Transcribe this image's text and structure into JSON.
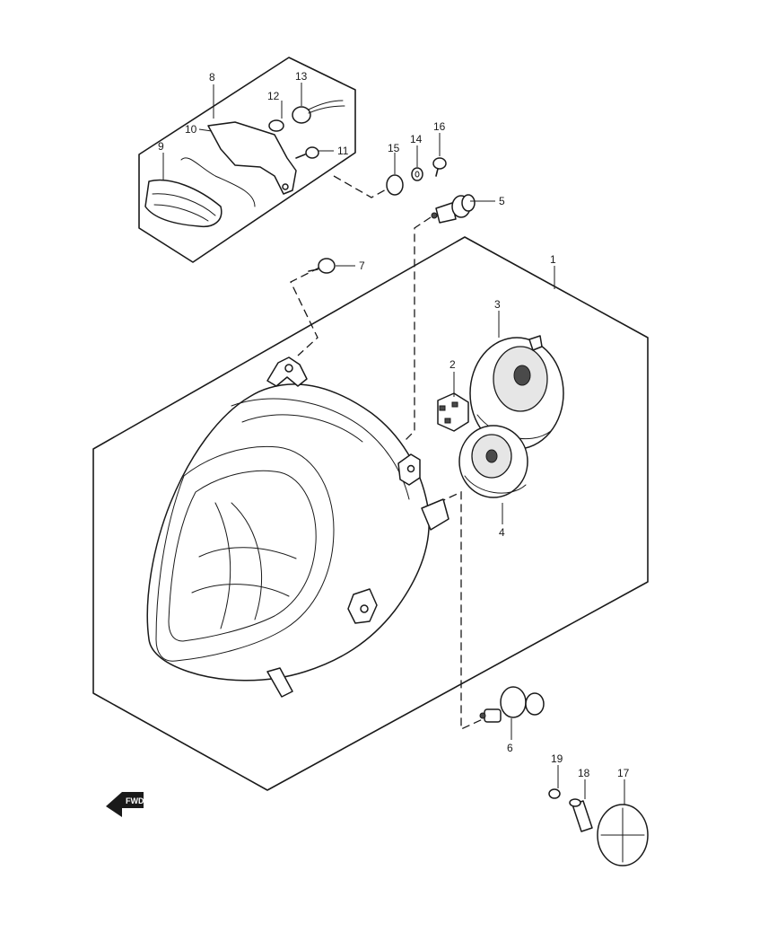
{
  "diagram": {
    "callouts": [
      {
        "id": "1",
        "label": "1"
      },
      {
        "id": "2",
        "label": "2"
      },
      {
        "id": "3",
        "label": "3"
      },
      {
        "id": "4",
        "label": "4"
      },
      {
        "id": "5",
        "label": "5"
      },
      {
        "id": "6",
        "label": "6"
      },
      {
        "id": "7",
        "label": "7"
      },
      {
        "id": "8",
        "label": "8"
      },
      {
        "id": "9",
        "label": "9"
      },
      {
        "id": "10",
        "label": "10"
      },
      {
        "id": "11",
        "label": "11"
      },
      {
        "id": "12",
        "label": "12"
      },
      {
        "id": "13",
        "label": "13"
      },
      {
        "id": "14",
        "label": "14"
      },
      {
        "id": "15",
        "label": "15"
      },
      {
        "id": "16",
        "label": "16"
      },
      {
        "id": "17",
        "label": "17"
      },
      {
        "id": "18",
        "label": "18"
      },
      {
        "id": "19",
        "label": "19"
      }
    ],
    "fwd_label": "FWD"
  }
}
